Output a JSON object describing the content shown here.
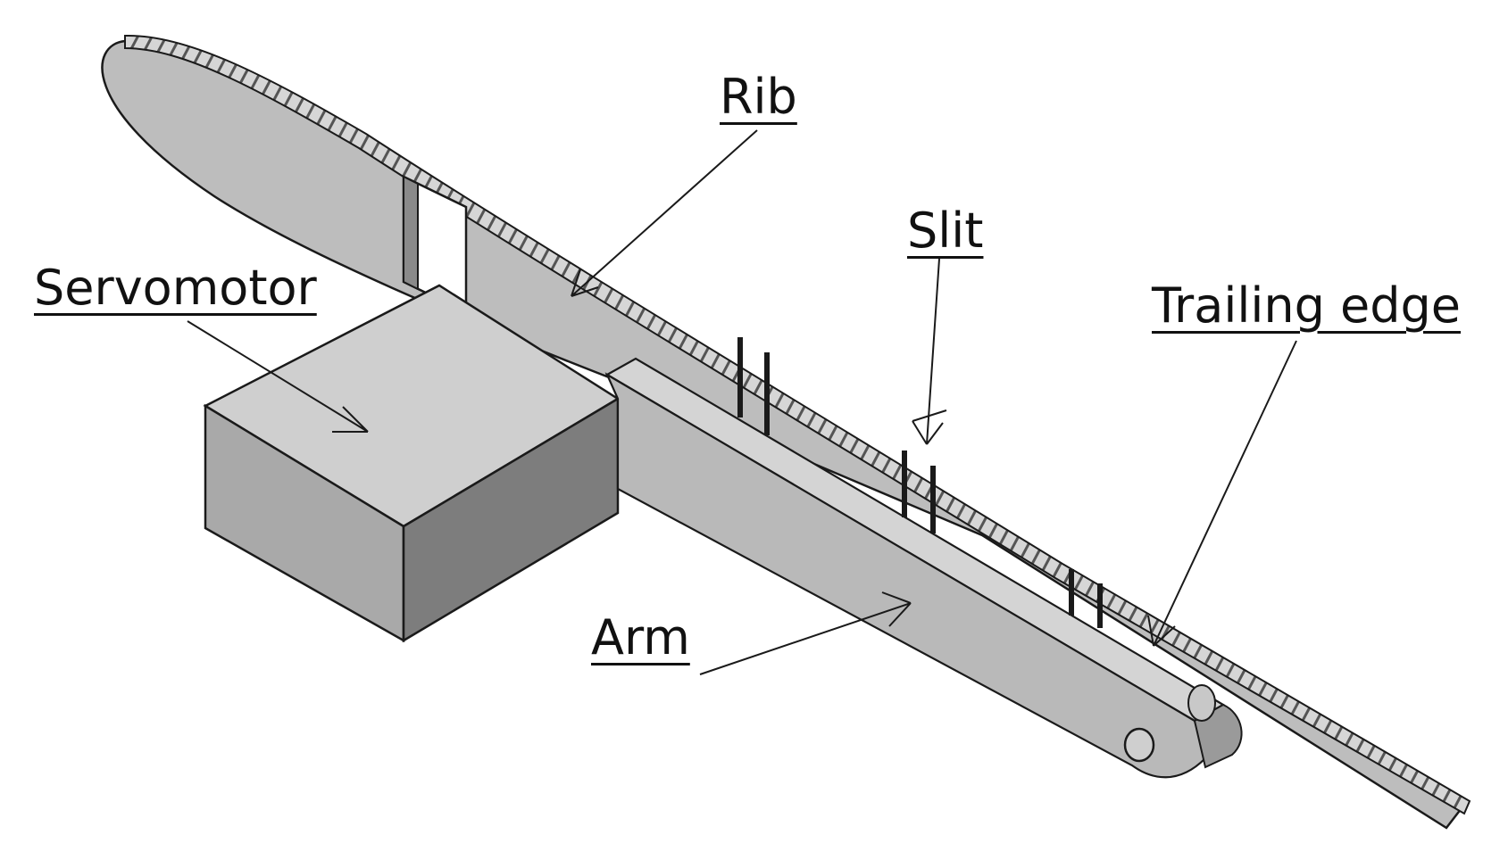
{
  "labels": {
    "rib": "Rib",
    "slit": "Slit",
    "servomotor": "Servomotor",
    "trailing_edge": "Trailing edge",
    "arm": "Arm"
  },
  "colors": {
    "rib_fill": "#bdbdbd",
    "rib_top": "#d9d9d9",
    "servo_top": "#cfcfcf",
    "servo_front": "#a9a9a9",
    "servo_side": "#7d7d7d",
    "arm_fill": "#c4c4c4",
    "outline": "#1a1a1a"
  }
}
